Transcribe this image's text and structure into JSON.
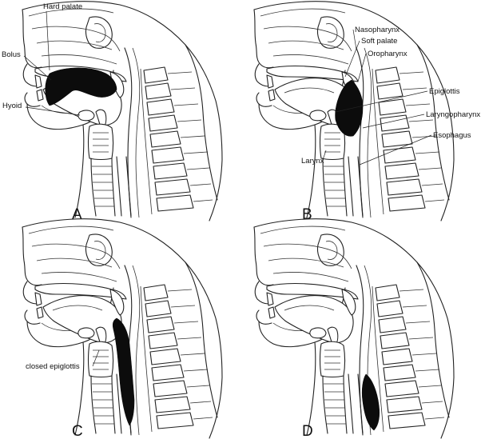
{
  "panels": [
    {
      "letter": "A",
      "bolus": "mouth",
      "labels": [
        {
          "key": "hard_palate",
          "text": "Hard palate"
        },
        {
          "key": "bolus",
          "text": "Bolus"
        },
        {
          "key": "hyoid",
          "text": "Hyoid"
        }
      ]
    },
    {
      "letter": "B",
      "bolus": "oropharynx",
      "labels": [
        {
          "key": "nasopharynx",
          "text": "Nasopharynx"
        },
        {
          "key": "soft_palate",
          "text": "Soft palate"
        },
        {
          "key": "oropharynx",
          "text": "Oropharynx"
        },
        {
          "key": "epiglottis",
          "text": "Epiglottis"
        },
        {
          "key": "laryngopharynx",
          "text": "Laryngopharynx"
        },
        {
          "key": "esophagus",
          "text": "Esophagus"
        },
        {
          "key": "larynx",
          "text": "Larynx"
        }
      ]
    },
    {
      "letter": "C",
      "bolus": "laryngopharynx",
      "labels": [
        {
          "key": "closed_epiglottis",
          "text": "closed epiglottis"
        }
      ]
    },
    {
      "letter": "D",
      "bolus": "esophagus",
      "labels": []
    }
  ]
}
